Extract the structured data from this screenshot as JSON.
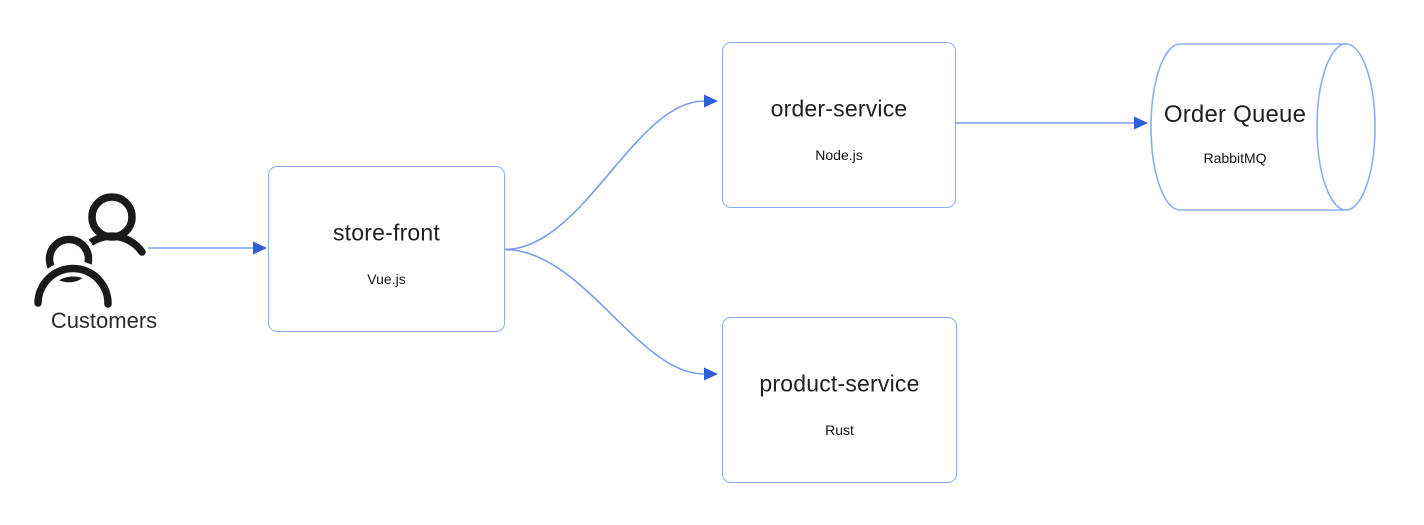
{
  "colors": {
    "node_border": "#8caef1",
    "node_fill": "#ffffff",
    "edge_line": "#7b9cee",
    "arrowhead": "#2e5fd9",
    "title_text": "#1f1f1f",
    "subtitle_text": "#141414",
    "icon_color": "#1a1a1a",
    "bg": "#ffffff"
  },
  "diagram": {
    "actor": {
      "label": "Customers",
      "icon": "customers-people-icon"
    },
    "nodes": [
      {
        "id": "store-front",
        "title": "store-front",
        "subtitle": "Vue.js",
        "shape": "rounded-rect"
      },
      {
        "id": "order-service",
        "title": "order-service",
        "subtitle": "Node.js",
        "shape": "rounded-rect"
      },
      {
        "id": "product-service",
        "title": "product-service",
        "subtitle": "Rust",
        "shape": "rounded-rect"
      },
      {
        "id": "order-queue",
        "title": "Order Queue",
        "subtitle": "RabbitMQ",
        "shape": "cylinder"
      }
    ],
    "edges": [
      {
        "from": "customers",
        "to": "store-front",
        "style": "straight-arrow"
      },
      {
        "from": "store-front",
        "to": "order-service",
        "style": "curved-arrow"
      },
      {
        "from": "store-front",
        "to": "product-service",
        "style": "curved-arrow"
      },
      {
        "from": "order-service",
        "to": "order-queue",
        "style": "straight-arrow"
      }
    ]
  }
}
